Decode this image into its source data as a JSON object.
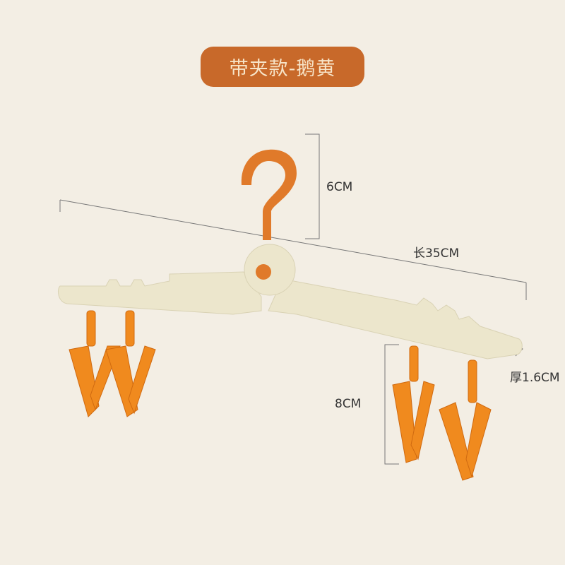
{
  "title": "带夹款-鹅黄",
  "dimensions": {
    "hook_height": "6CM",
    "length": "长35CM",
    "thickness": "厚1.6CM",
    "clip_height": "8CM"
  },
  "colors": {
    "background": "#f3eee4",
    "badge": "#c8692a",
    "hanger": "#ece6cc",
    "accent": "#e07a2a",
    "clip": "#f08a1e"
  }
}
